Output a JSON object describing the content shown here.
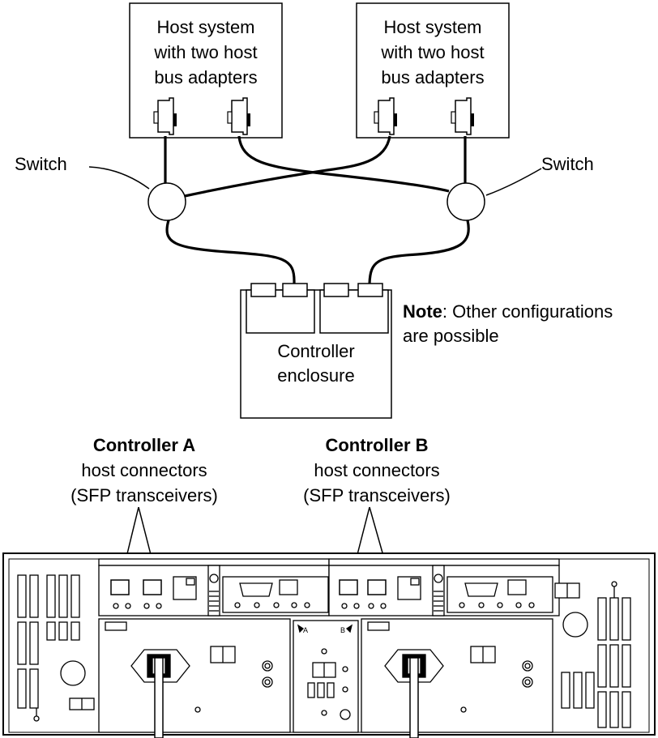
{
  "hosts": [
    {
      "lines": [
        "Host system",
        "with two host",
        "bus adapters"
      ]
    },
    {
      "lines": [
        "Host system",
        "with two host",
        "bus adapters"
      ]
    }
  ],
  "switches": [
    {
      "label": "Switch"
    },
    {
      "label": "Switch"
    }
  ],
  "enclosure": {
    "lines": [
      "Controller",
      "enclosure"
    ]
  },
  "note": {
    "bold": "Note",
    "rest": ": Other configurations",
    "line2": "are possible"
  },
  "controllers": [
    {
      "title": "Controller A",
      "line2": "host connectors",
      "line3": "(SFP transceivers)"
    },
    {
      "title": "Controller B",
      "line2": "host connectors",
      "line3": "(SFP transceivers)"
    }
  ],
  "bay_labels": {
    "a": "A",
    "b": "B"
  }
}
